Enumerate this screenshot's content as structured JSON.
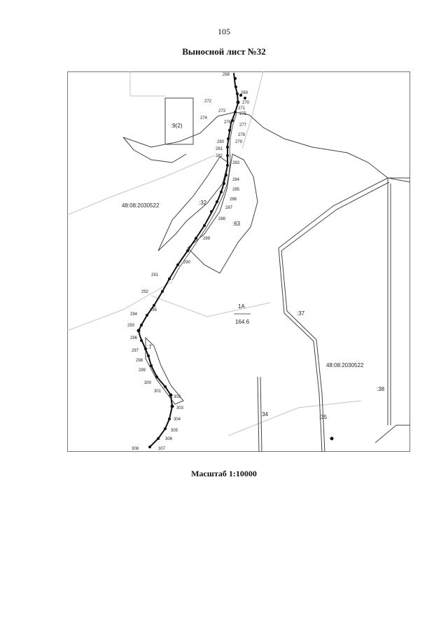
{
  "page": {
    "number": "105",
    "title": "Выносной лист №32",
    "scale": "Масштаб 1:10000"
  },
  "map": {
    "parcel_labels": {
      "main_parcel": "48:08:2030522",
      "main_parcel_2": "48:08:2030522",
      "p_32": ":32",
      "p_63": ":63",
      "p_37": ":37",
      "p_38": ":38",
      "p_34": ":34",
      "p_35": ":35",
      "p_7": ":7",
      "p_9_2": ":9(2)",
      "p_1a": "1А",
      "p_1a_sub": "164.6"
    },
    "point_labels": {
      "p268": "268",
      "p269": "269",
      "p270": "270",
      "p271": "271",
      "p272": "272",
      "p273": "273",
      "p274": "274",
      "p275": "275",
      "p276": "276",
      "p277": "277",
      "p278": "278",
      "p279": "279",
      "p280": "280",
      "p281": "281",
      "p282": "282",
      "p283": "283",
      "p284": "284",
      "p285": "285",
      "p286": "286",
      "p287": "287",
      "p288": "288",
      "p289": "289",
      "p290": "290",
      "p291": "291",
      "p292": "292",
      "p293": "293",
      "p294": "294",
      "p295": "295",
      "p296": "296",
      "p297": "297",
      "p298": "298",
      "p299": "299",
      "p300": "300",
      "p301": "301",
      "p302": "302",
      "p303": "303",
      "p304": "304",
      "p305": "305",
      "p306": "306",
      "p307": "307",
      "p308": "308"
    },
    "colors": {
      "route": "#111111",
      "boundary": "#444444",
      "faint": "#bbbbbb",
      "frame": "#777777"
    }
  }
}
